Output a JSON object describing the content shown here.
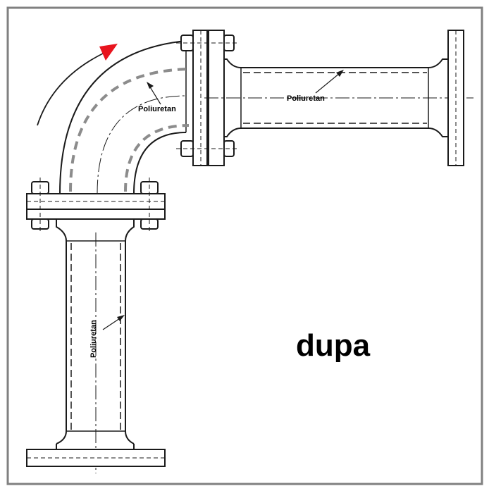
{
  "labels": {
    "elbow_lining": "Poliuretan",
    "horizontal_lining": "Poliuretan",
    "vertical_lining": "Poliuretan",
    "caption": "dupa"
  },
  "colors": {
    "frame": "#808080",
    "line": "#1a1a1a",
    "lining_dash": "#8c8c8c",
    "rotation_arrow": "#e8141e"
  },
  "icons": {
    "rotation_arrow": "curved-arrow-icon"
  }
}
